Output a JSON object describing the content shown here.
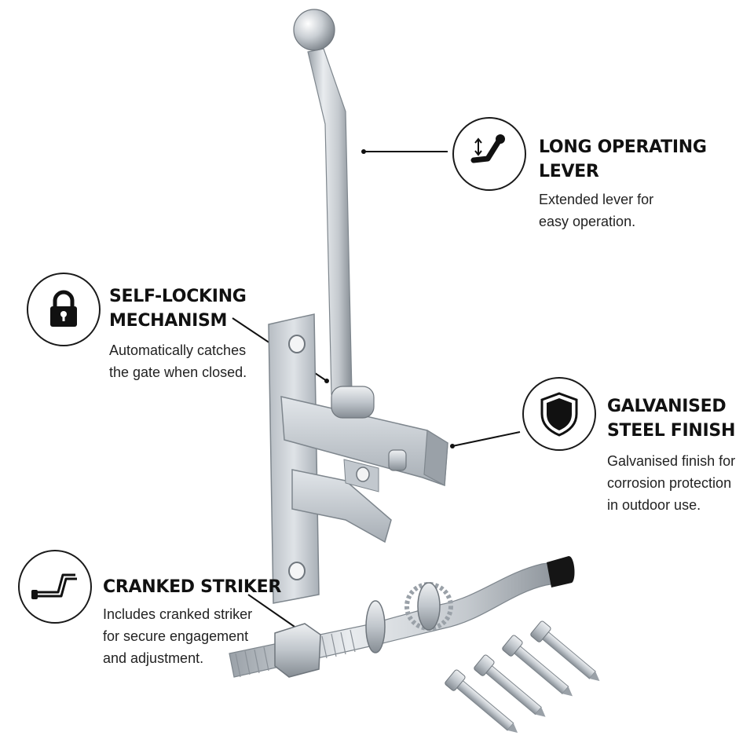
{
  "features": [
    {
      "id": "lever",
      "icon": "lever-icon",
      "title_lines": [
        "LONG OPERATING",
        "LEVER"
      ],
      "desc_lines": [
        "Extended lever for",
        "easy operation."
      ]
    },
    {
      "id": "lock",
      "icon": "padlock-icon",
      "title_lines": [
        "SELF-LOCKING",
        "MECHANISM"
      ],
      "desc_lines": [
        "Automatically catches",
        "the gate when closed."
      ]
    },
    {
      "id": "finish",
      "icon": "shield-icon",
      "title_lines": [
        "GALVANISED",
        "STEEL FINISH"
      ],
      "desc_lines": [
        "Galvanised finish for",
        "corrosion protection",
        "in outdoor use."
      ]
    },
    {
      "id": "striker",
      "icon": "cranked-striker-icon",
      "title_lines": [
        "CRANKED STRIKER"
      ],
      "desc_lines": [
        "Includes cranked striker",
        "for secure engagement",
        "and adjustment."
      ]
    }
  ],
  "colors": {
    "ink": "#111111",
    "steel": "#c9ced3",
    "steel_dark": "#8e959c",
    "rubber_cap": "#151515"
  }
}
